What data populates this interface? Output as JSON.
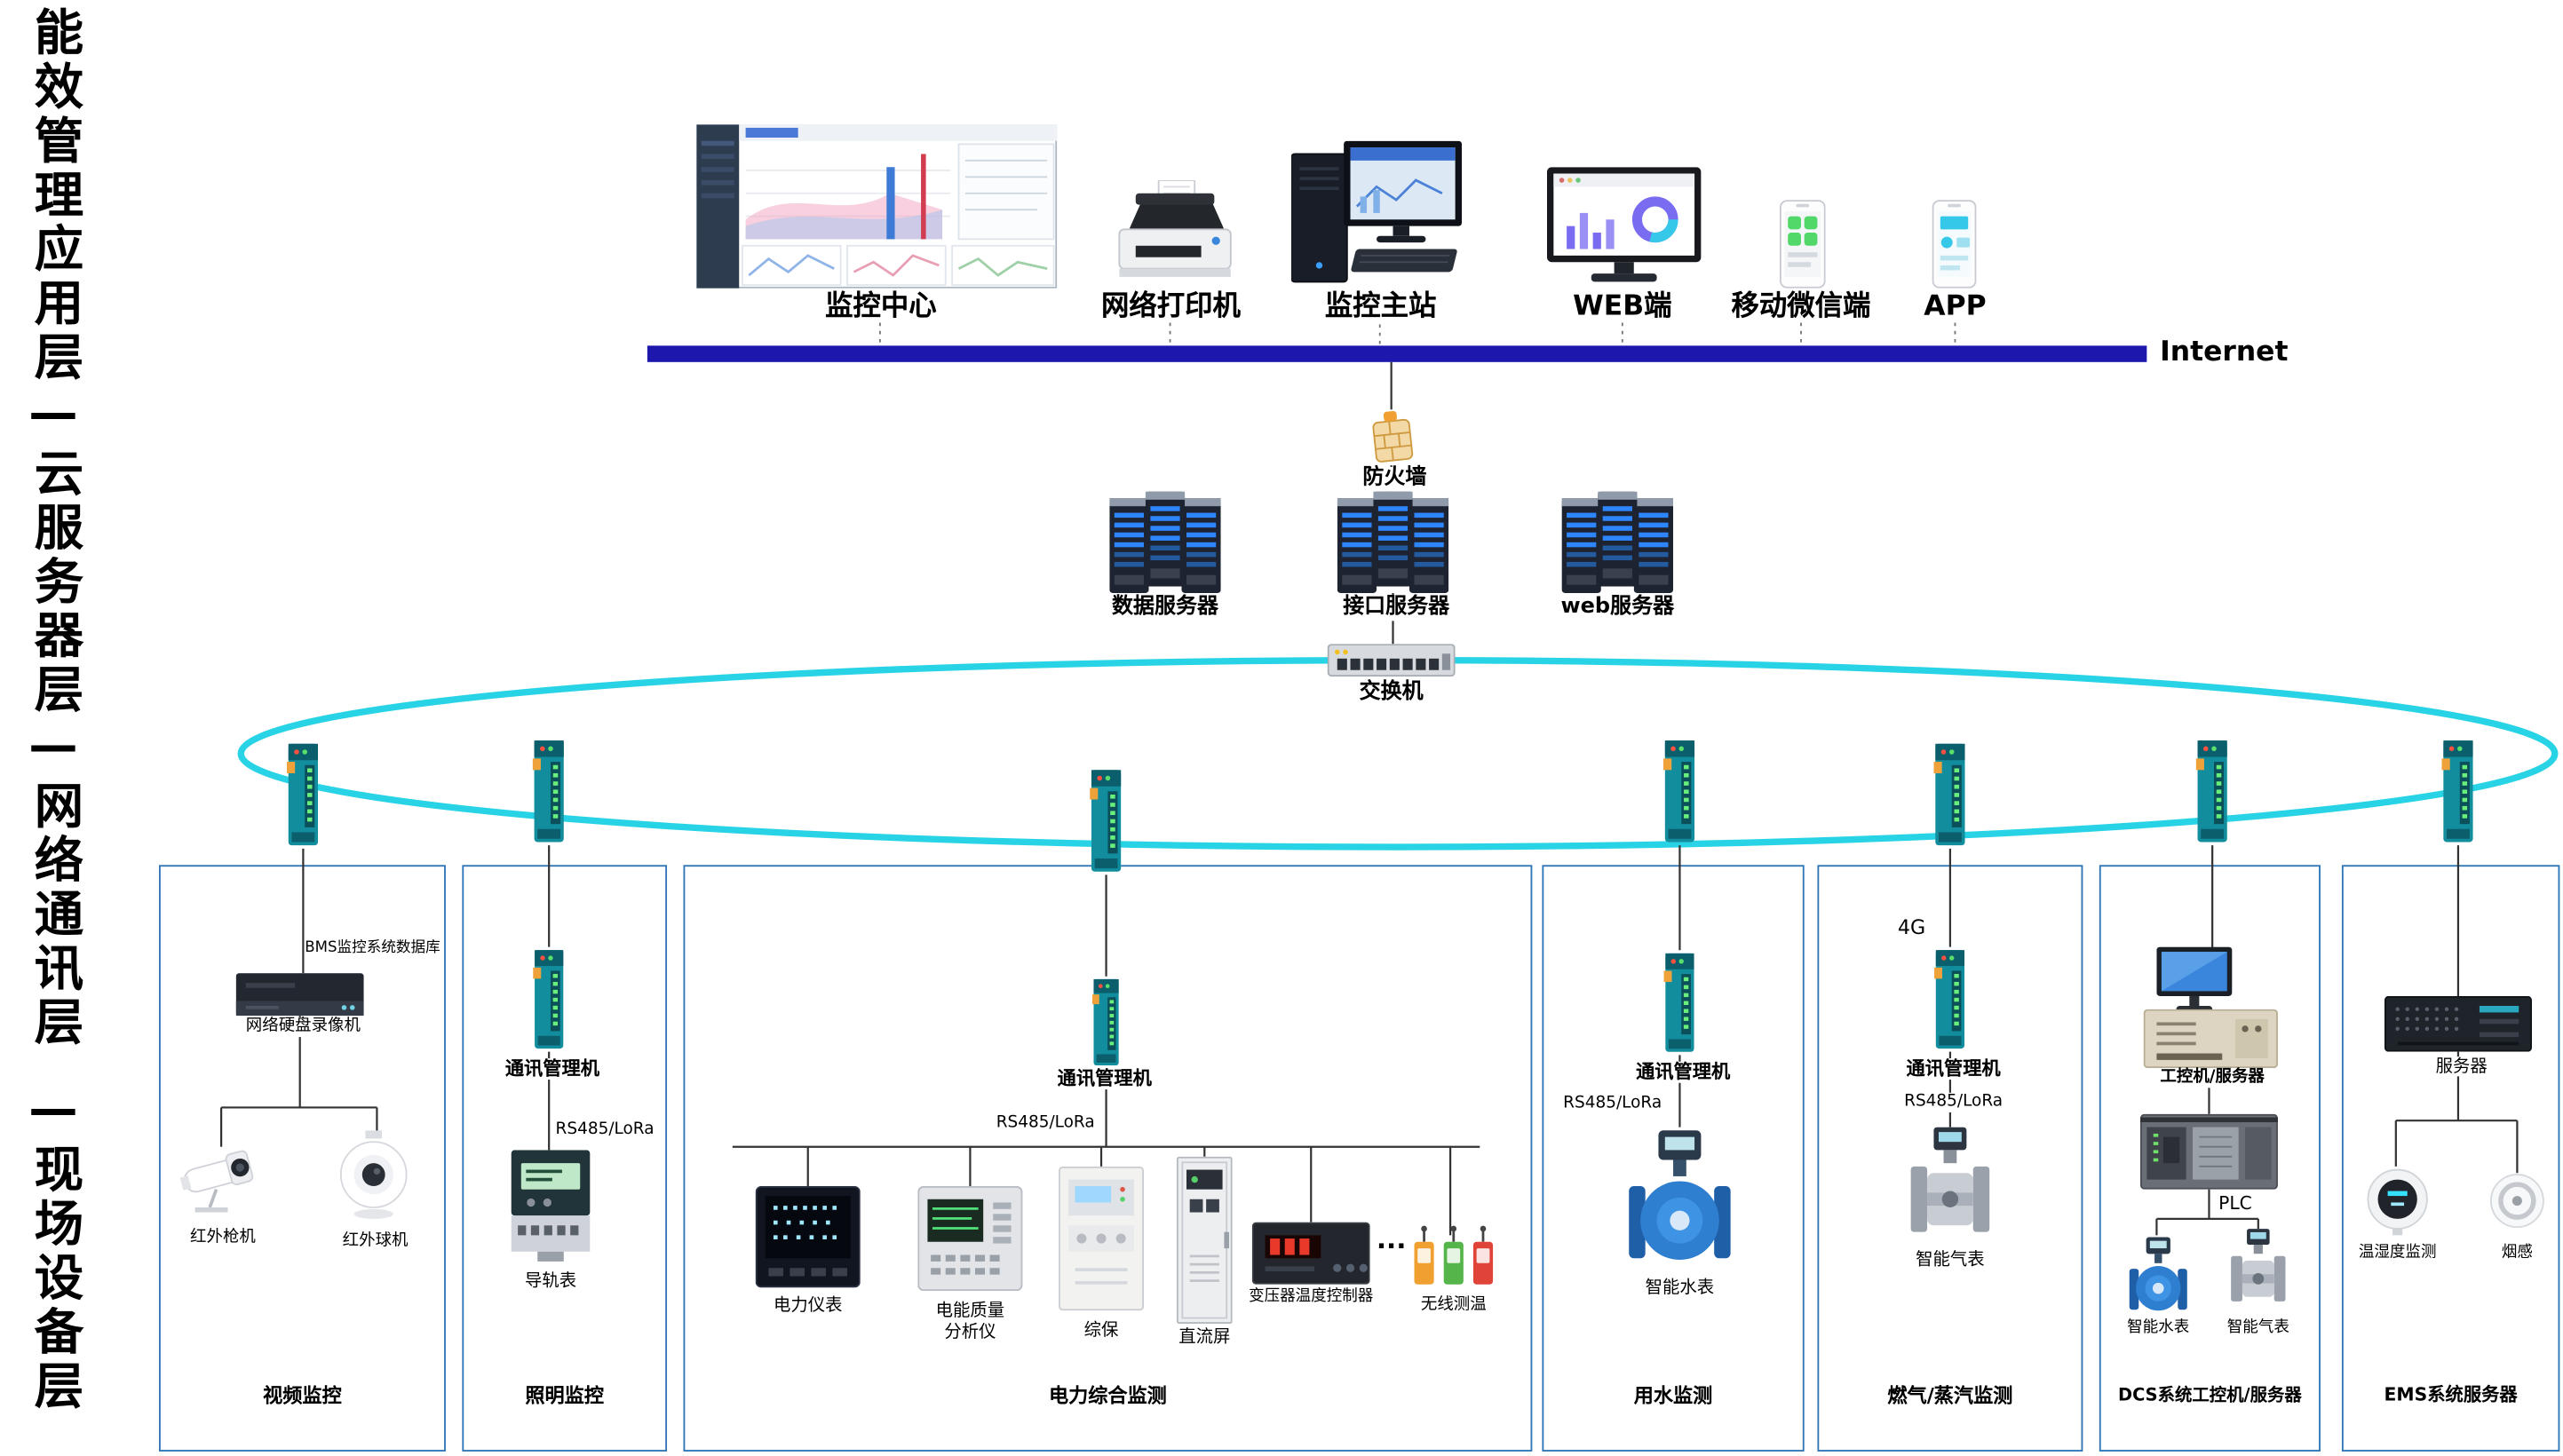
{
  "layers": {
    "app_cloud": "能效管理应用层—云服务器层—",
    "network": "网络通讯层",
    "field": "—现场设备层"
  },
  "top": {
    "devices": [
      {
        "label": "监控中心"
      },
      {
        "label": "网络打印机"
      },
      {
        "label": "监控主站"
      },
      {
        "label": "WEB端"
      },
      {
        "label": "移动微信端"
      },
      {
        "label": "APP"
      }
    ],
    "internet_label": "Internet"
  },
  "middle": {
    "firewall_label": "防火墙",
    "servers": [
      {
        "label": "数据服务器"
      },
      {
        "label": "接口服务器"
      },
      {
        "label": "web服务器"
      }
    ],
    "switch_label": "交换机"
  },
  "sections": [
    {
      "title": "视频监控",
      "labels": {
        "bms": "BMS监控系统数据库",
        "nvr": "网络硬盘录像机",
        "bullet": "红外枪机",
        "dome": "红外球机"
      }
    },
    {
      "title": "照明监控",
      "labels": {
        "gateway": "通讯管理机",
        "bus": "RS485/LoRa",
        "meter": "导轨表"
      }
    },
    {
      "title": "电力综合监测",
      "labels": {
        "gateway": "通讯管理机",
        "bus": "RS485/LoRa",
        "power_meter": "电力仪表",
        "quality1": "电能质量",
        "quality2": "分析仪",
        "protection": "综保",
        "dc_panel": "直流屏",
        "transformer": "变压器温度控制器",
        "dots": "···",
        "wireless": "无线测温"
      }
    },
    {
      "title": "用水监测",
      "labels": {
        "gateway": "通讯管理机",
        "bus": "RS485/LoRa",
        "meter": "智能水表"
      }
    },
    {
      "title": "燃气/蒸汽监测",
      "labels": {
        "net": "4G",
        "gateway": "通讯管理机",
        "bus": "RS485/LoRa",
        "meter": "智能气表"
      }
    },
    {
      "title": "DCS系统工控机/服务器",
      "labels": {
        "ipc": "工控机/服务器",
        "plc": "PLC",
        "water": "智能水表",
        "gas": "智能气表"
      }
    },
    {
      "title": "EMS系统服务器",
      "labels": {
        "server": "服务器",
        "th": "温湿度监测",
        "smoke": "烟感"
      }
    }
  ],
  "colors": {
    "internet_bar": "#1e17ad",
    "ring": "#29d3e6",
    "box_border": "#2e75b6",
    "device_teal": "#128d9e"
  }
}
